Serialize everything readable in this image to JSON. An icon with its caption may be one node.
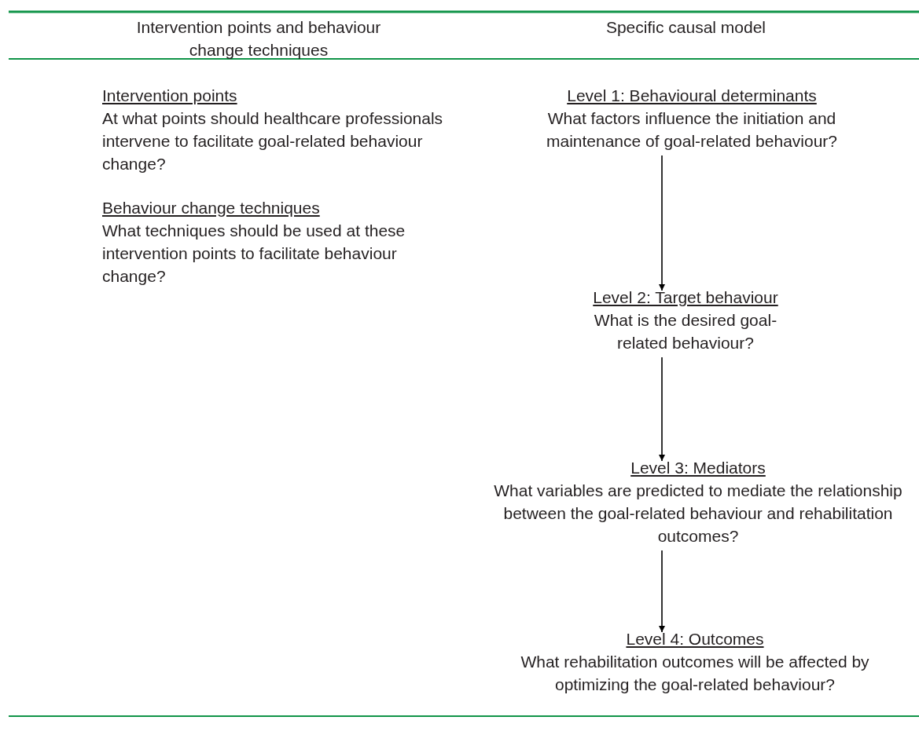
{
  "diagram": {
    "nodes": [
      {
        "text": [
          "Level 1: Behavioural determinants",
          "What factors influence the initiation and maintenance of goal-related behaviour?"
        ]
      },
      {
        "text": [
          "Level 2: Target behaviour",
          "What is the desired goal-related behaviour?"
        ]
      },
      {
        "text": [
          "Level 3: Mediators",
          "What variables are predicted to mediate the relationship between the goal-related behaviour and rehabilitation outcomes?"
        ]
      },
      {
        "text": [
          "Level 4: Outcomes",
          "What rehabilitation outcomes will be affected by optimizing the goal-related behaviour?"
        ]
      }
    ],
    "edges": [
      {
        "from": 0,
        "to": 1,
        "arrow": "to"
      },
      {
        "from": 1,
        "to": 2,
        "arrow": "to"
      },
      {
        "from": 2,
        "to": 3,
        "arrow": "to"
      }
    ],
    "labels": [
      "Intervention points and behaviour change techniques",
      "Specific causal model",
      "Intervention points",
      "At what points should healthcare professionals intervene to facilitate goal-related behaviour change?",
      "Behaviour change techniques",
      "What techniques should be used at these intervention points to facilitate behaviour change?"
    ]
  }
}
